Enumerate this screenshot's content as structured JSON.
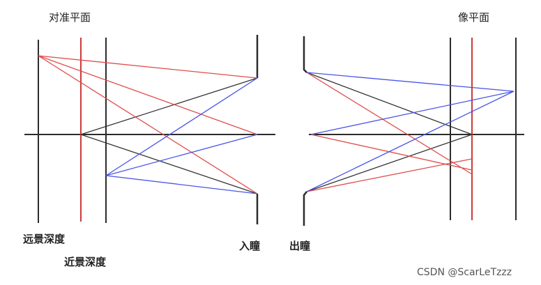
{
  "labels": {
    "focus_plane": "对准平面",
    "image_plane": "像平面",
    "far_depth": "远景深度",
    "near_depth": "近景深度",
    "entrance_pupil": "入瞳",
    "exit_pupil": "出瞳"
  },
  "watermark": "CSDN @ScarLeTzzz",
  "colors": {
    "axis": "#2b2b2b",
    "black_ray": "#333333",
    "red_ray": "#e04b4b",
    "blue_ray": "#4a55e6",
    "red_plane": "#cc3a3a"
  }
}
